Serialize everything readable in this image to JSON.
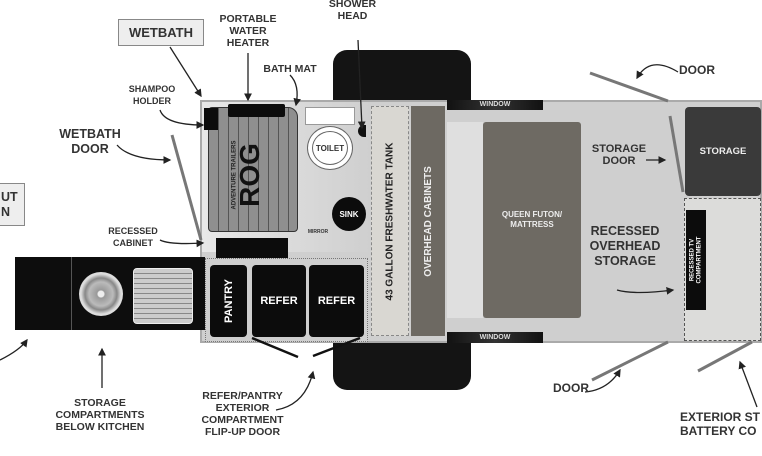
{
  "labels": {
    "wetbath": "WETBATH",
    "portable_water_heater": "PORTABLE WATER HEATER",
    "shower_head": "SHOWER HEAD",
    "bath_mat": "BATH MAT",
    "shampoo_holder": "SHAMPOO HOLDER",
    "wetbath_door": "WETBATH DOOR",
    "cut_off_left": "UT N",
    "recessed_cabinet": "RECESSED CABINET",
    "toilet": "TOILET",
    "sink": "SINK",
    "mirror": "MIRROR",
    "logo": "ROG",
    "logo_sub": "ADVENTURE TRAILERS",
    "freshwater_tank": "43 GALLON FRESHWATER TANK",
    "overhead_cabinets": "OVERHEAD CABINETS",
    "window_top": "WINDOW",
    "window_bottom": "WINDOW",
    "bed": "QUEEN FUTON/ MATTRESS",
    "storage_door": "STORAGE DOOR",
    "storage": "STORAGE",
    "door_top": "DOOR",
    "door_bottom": "DOOR",
    "recessed_overhead_storage": "RECESSED OVERHEAD STORAGE",
    "recessed_tv": "RECESSED TV COMPARTMENT",
    "pantry": "PANTRY",
    "refer_1": "REFER",
    "refer_2": "REFER",
    "storage_below_kitchen": "STORAGE COMPARTMENTS BELOW KITCHEN",
    "refer_pantry_door": "REFER/PANTRY EXTERIOR COMPARTMENT FLIP-UP DOOR",
    "exterior_storage": "EXTERIOR ST BATTERY CO"
  },
  "colors": {
    "body": "#cfcfcf",
    "dark": "#0c0c0c",
    "cabinet": "#6d6962",
    "mattress": "#6e6a63",
    "storage": "#3a3a3a"
  }
}
